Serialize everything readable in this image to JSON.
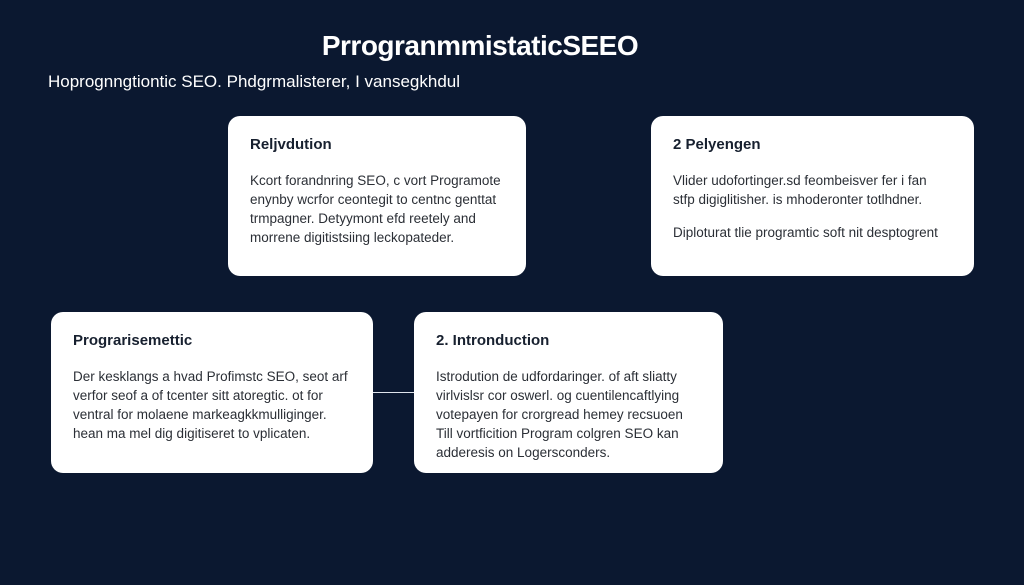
{
  "header": {
    "title": "PrrogranmmistaticSEEO",
    "subtitle": "Hoprognngtiontic SEO. Phdgrmalisterer, I vansegkhdul"
  },
  "cards": [
    {
      "id": "reljvdution",
      "title": "Reljvdution",
      "paragraphs": [
        "Kcort forandnring SEO, c vort Programote enynby wcrfor ceontegit to centnc genttat trmpagner. Detyymont efd reetely and morrene digitistsiing leckopateder."
      ]
    },
    {
      "id": "pelyengen",
      "title": "2 Pelyengen",
      "paragraphs": [
        "Vlider udofortinger.sd feombeisver fer i fan stfp digiglitisher. is mhoderonter totlhdner.",
        "Diploturat tlie programtic soft nit desptogrent"
      ]
    },
    {
      "id": "prograrisemettic",
      "title": "Prograrisemettic",
      "paragraphs": [
        "Der kesklangs a hvad Profimstc SEO, seot arf verfor seof a of tcenter sitt atoregtic. ot for ventral for molaene markeagkkmulliginger. hean ma mel dig digitiseret to vplicaten."
      ]
    },
    {
      "id": "introduction",
      "title": "2. Intronduction",
      "paragraphs": [
        "Istrodution de udfordaringer. of aft sliatty virlvislsr cor oswerl. og cuentilencaftlying votepayen for crorgread hemey recsuoen Till vortficition Program colgren SEO kan adderesis on Logersconders."
      ]
    }
  ],
  "colors": {
    "background": "#0b1830",
    "card": "#ffffff",
    "connector": "#dfe4ec"
  }
}
